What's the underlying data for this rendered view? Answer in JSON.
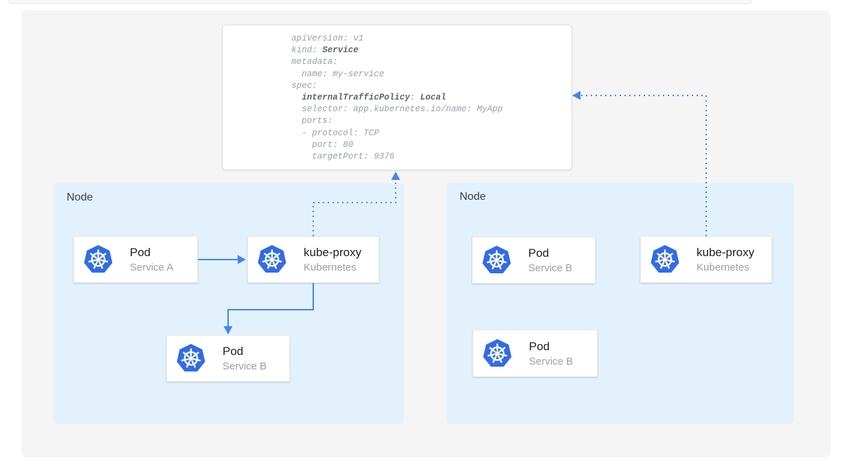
{
  "yaml_card": {
    "l1": "apiVersion: v1",
    "l2a": "kind: ",
    "l2b": "Service",
    "l3": "metadata:",
    "l4": "  name: my-service",
    "l5": "spec:",
    "l6a": "  ",
    "l6b": "internalTrafficPolicy",
    "l6c": ": ",
    "l6d": "Local",
    "l7": "  selector: app.kubernetes.io/name: MyApp",
    "l8": "  ports:",
    "l9": "  - protocol: TCP",
    "l10": "    port: 80",
    "l11": "    targetPort: 9376"
  },
  "nodes": [
    {
      "label": "Node",
      "cards": [
        {
          "title": "Pod",
          "subtitle": "Service A",
          "icon": "kubernetes-logo"
        },
        {
          "title": "kube-proxy",
          "subtitle": "Kubernetes",
          "icon": "kubernetes-logo"
        },
        {
          "title": "Pod",
          "subtitle": "Service B",
          "icon": "kubernetes-logo"
        }
      ]
    },
    {
      "label": "Node",
      "cards": [
        {
          "title": "Pod",
          "subtitle": "Service B",
          "icon": "kubernetes-logo"
        },
        {
          "title": "kube-proxy",
          "subtitle": "Kubernetes",
          "icon": "kubernetes-logo"
        },
        {
          "title": "Pod",
          "subtitle": "Service B",
          "icon": "kubernetes-logo"
        }
      ]
    }
  ],
  "arrows": [
    {
      "name": "pod-a-to-kubeproxy",
      "style": "solid"
    },
    {
      "name": "kubeproxy-to-pod-b",
      "style": "solid"
    },
    {
      "name": "kubeproxy-left-to-service-spec",
      "style": "dotted"
    },
    {
      "name": "kubeproxy-right-to-service-spec",
      "style": "dotted"
    }
  ],
  "colors": {
    "arrow_blue": "#4285f4",
    "node_fill": "#e3f1fc",
    "logo_blue": "#326ce5",
    "canvas_gray": "#f5f5f5",
    "card_title": "#212121",
    "card_subtitle": "#9e9e9e",
    "yaml_text": "#9aa0a6",
    "yaml_bold": "#5f6368"
  }
}
